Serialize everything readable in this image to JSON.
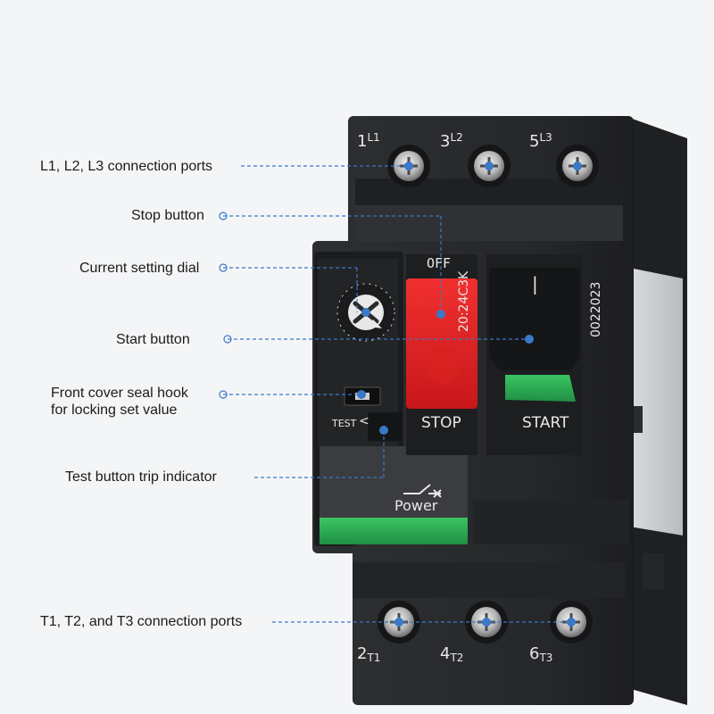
{
  "callouts": {
    "line_ports": "L1, L2, L3 connection ports",
    "stop_button": "Stop button",
    "current_dial": "Current setting dial",
    "start_button": "Start button",
    "seal_hook_line1": "Front cover seal hook",
    "seal_hook_line2": "for locking set value",
    "test_indicator": "Test button trip indicator",
    "load_ports": "T1, T2, and T3 connection ports"
  },
  "device": {
    "terminal_top": [
      {
        "num": "1",
        "sub": "L1"
      },
      {
        "num": "3",
        "sub": "L2"
      },
      {
        "num": "5",
        "sub": "L3"
      }
    ],
    "terminal_bottom": [
      {
        "num": "2",
        "sub": "T1"
      },
      {
        "num": "4",
        "sub": "T2"
      },
      {
        "num": "6",
        "sub": "T3"
      }
    ],
    "off_label": "OFF",
    "stop_label": "STOP",
    "start_label": "START",
    "on_mark": "|",
    "model_code": "20:24C3K",
    "serial": "0022023",
    "test_label": "TEST",
    "power_label": "Power"
  },
  "colors": {
    "body": "#2a2c2e",
    "stop_red": "#e8272b",
    "start_green": "#2fb457",
    "callout_line": "#3a78c8",
    "callout_dot": "#3a78c8"
  }
}
